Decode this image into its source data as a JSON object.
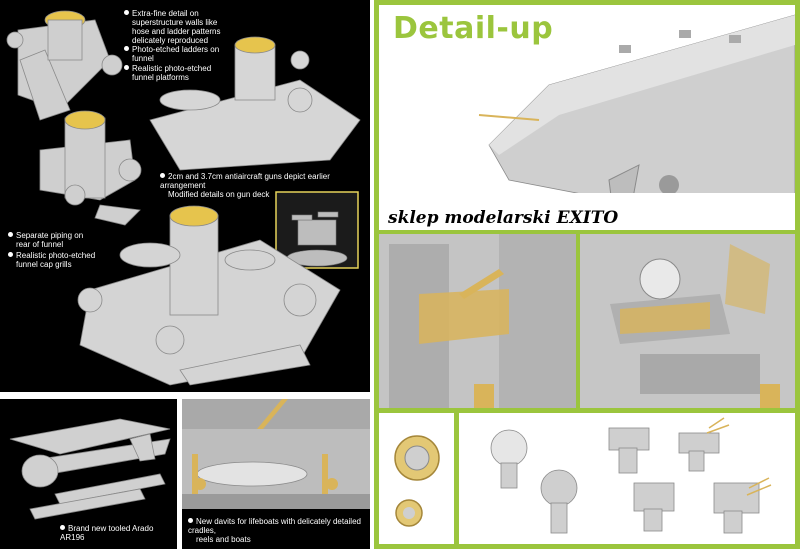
{
  "left_notes": {
    "superstructure": [
      "Extra-fine detail on",
      "superstructure walls like",
      "hose and ladder patterns",
      "delicately reproduced"
    ],
    "ladders": [
      "Photo-etched ladders on",
      "funnel"
    ],
    "funnel_platforms": [
      "Realistic photo-etched",
      "funnel platforms"
    ],
    "aa_guns": [
      "2cm and 3.7cm antiaircraft guns depict earlier arrangement",
      "Modified details on gun deck"
    ],
    "piping": [
      "Separate piping on",
      "rear of funnel"
    ],
    "cap_grills": [
      "Realistic photo-etched",
      "funnel cap grills"
    ]
  },
  "bottom_notes": {
    "arado": "Brand new tooled Arado AR196",
    "davits": [
      "New davits for lifeboats with delicately detailed cradles,",
      "reels and boats"
    ]
  },
  "right": {
    "title": "Detail-up",
    "watermark": "sklep modelarski EXITO"
  },
  "colors": {
    "accent_green": "#9bc53d",
    "model_gray": "#c8c8c8",
    "photo_etch_brass": "#d9b45a"
  }
}
